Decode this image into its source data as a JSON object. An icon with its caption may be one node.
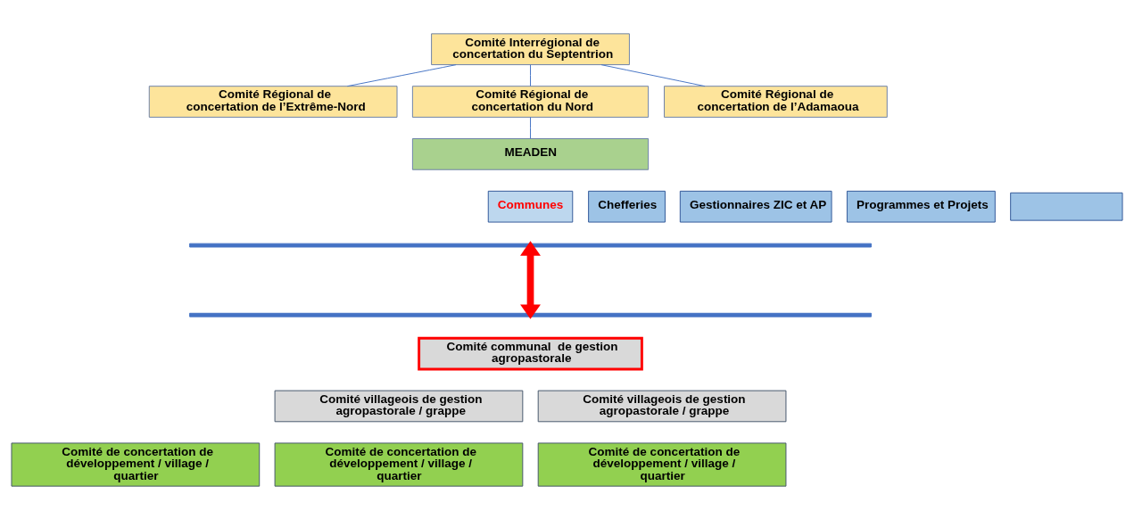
{
  "diagram": {
    "nodes": [
      {
        "text": [
          "Comité Interrégional de concertation du Septentrion"
        ]
      },
      {
        "text": [
          "Comité Régional de concertation de l’Extrême-Nord"
        ]
      },
      {
        "text": [
          "Comité Régional de concertation du Nord"
        ]
      },
      {
        "text": [
          "Comité Régional de concertation de l’Adamaoua"
        ]
      },
      {
        "text": [
          "MEADEN"
        ]
      },
      {
        "text": [],
        "shape": "box"
      },
      {
        "text": [
          "Programmes et Projets"
        ]
      },
      {
        "text": [
          "Communes"
        ]
      },
      {
        "text": [
          "Chefferies"
        ]
      },
      {
        "text": [
          "Gestionnaires ZIC et AP"
        ]
      },
      {
        "text": [],
        "shape": "bar"
      },
      {
        "text": [],
        "shape": "bar"
      },
      {
        "text": [
          "Comité communal  de gestion agropastorale"
        ]
      },
      {
        "text": [
          "Comité villageois de gestion agropastorale / grappe"
        ]
      },
      {
        "text": [
          "Comité villageois de gestion agropastorale / grappe"
        ]
      },
      {
        "text": [
          "Comité de concertation de développement / village / quartier"
        ]
      },
      {
        "text": [
          "Comité de concertation de développement / village / quartier"
        ]
      },
      {
        "text": [
          "Comité de concertation de développement / village / quartier"
        ]
      }
    ],
    "edges": [
      {
        "from": 0,
        "to": 1,
        "arrow": "none"
      },
      {
        "from": 0,
        "to": 2,
        "arrow": "none"
      },
      {
        "from": 0,
        "to": 3,
        "arrow": "none"
      },
      {
        "from": 2,
        "to": 4,
        "arrow": "none"
      },
      {
        "from": 10,
        "to": 11,
        "arrow": "both",
        "style": "thick",
        "color": "#ff0000"
      }
    ]
  }
}
